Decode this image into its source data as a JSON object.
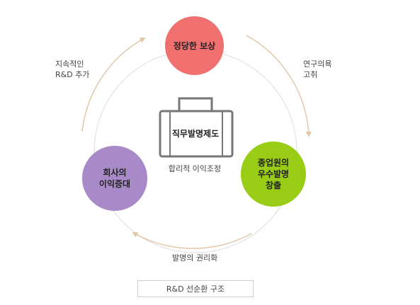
{
  "nodes": {
    "top": {
      "lines": [
        "정당한 보상"
      ]
    },
    "left": {
      "lines": [
        "회사의",
        "이익증대"
      ]
    },
    "right": {
      "lines": [
        "종업원의",
        "우수발명",
        "창출"
      ]
    }
  },
  "center": {
    "title": "직무발명제도",
    "subtitle": "합리적 이익조정"
  },
  "arrow_labels": {
    "top_left": [
      "지속적인",
      "R&D 추가"
    ],
    "top_right": [
      "연구의욕",
      "고취"
    ],
    "bottom": "발명의 권리화"
  },
  "footer": "R&D 선순환 구조",
  "colors": {
    "top_node": "#f07070",
    "left_node": "#a98ac9",
    "right_node": "#99cc14",
    "arrow": "#e0c8a8",
    "ring": "#dddddd",
    "briefcase": "#777777"
  }
}
